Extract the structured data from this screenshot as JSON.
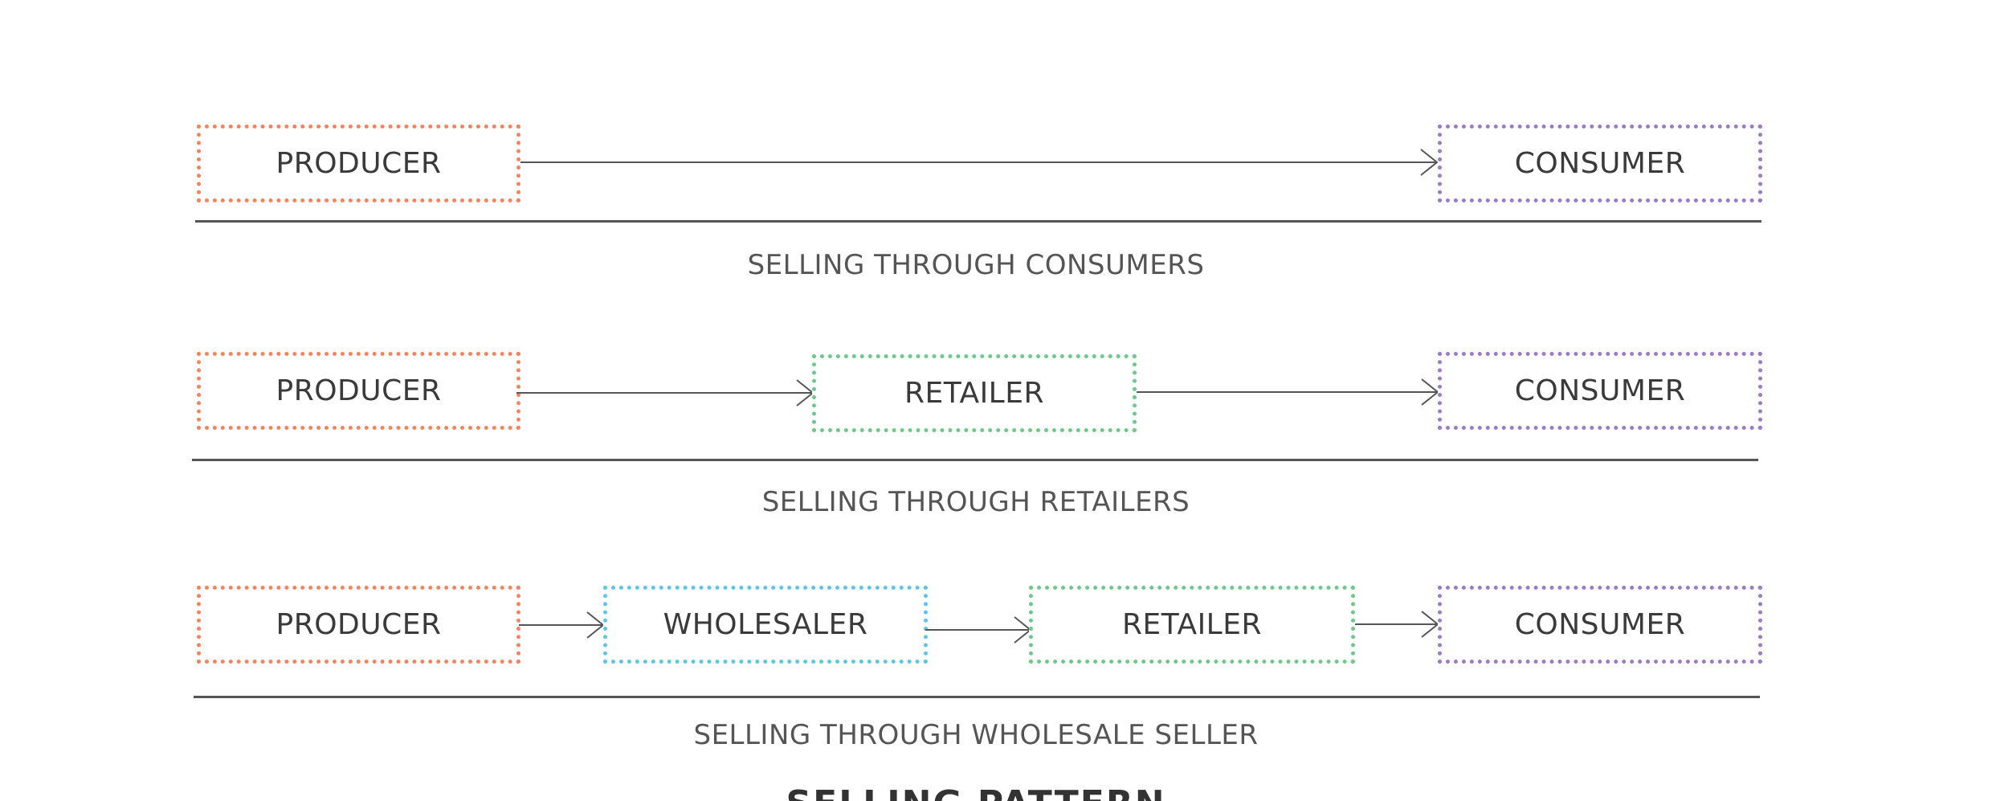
{
  "colors": {
    "producer": "#f2845f",
    "wholesaler": "#5cc6e6",
    "retailer": "#6cc98a",
    "consumer": "#9b7cc4",
    "line": "#555555",
    "text": "#3a3a3a"
  },
  "rows": [
    {
      "nodes": [
        "PRODUCER",
        "CONSUMER"
      ],
      "caption": "SELLING THROUGH CONSUMERS"
    },
    {
      "nodes": [
        "PRODUCER",
        "RETAILER",
        "CONSUMER"
      ],
      "caption": "SELLING THROUGH RETAILERS"
    },
    {
      "nodes": [
        "PRODUCER",
        "WHOLESALER",
        "RETAILER",
        "CONSUMER"
      ],
      "caption": "SELLING THROUGH WHOLESALE SELLER"
    }
  ],
  "title": "SELLING PATTERN"
}
